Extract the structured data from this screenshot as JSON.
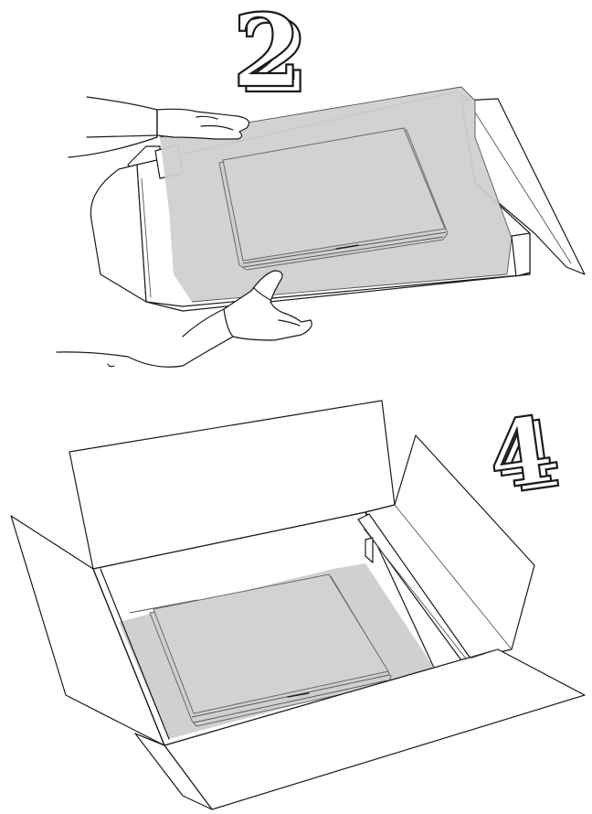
{
  "steps": [
    {
      "number": "2",
      "caption": "",
      "illustration": "hands-lifting-wrapped-laptop-from-open-box"
    },
    {
      "number": "4",
      "caption": "",
      "illustration": "laptop-resting-in-open-shipping-box"
    }
  ],
  "colors": {
    "line": "#1a1a1a",
    "wrap_fill": "#d0d0d0",
    "device_stroke": "#6a6a6a",
    "background": "#ffffff"
  }
}
